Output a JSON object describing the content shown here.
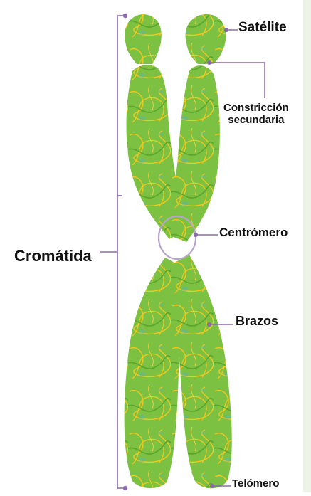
{
  "diagram": {
    "labels": {
      "satelite": "Satélite",
      "constriccion_line1": "Constricción",
      "constriccion_line2": "secundaria",
      "centromero": "Centrómero",
      "cromatida": "Cromátida",
      "brazos": "Brazos",
      "telomero": "Telómero"
    },
    "colors": {
      "chromosome_green": "#7cc142",
      "chromosome_dark": "#5aa52c",
      "fiber_yellow": "#f2c81e",
      "fiber_teal": "#5fb8a6",
      "pointer_line": "#8a6aa8",
      "centromere_ring": "#b8a4c9",
      "side_panel": "#eef3e8"
    }
  }
}
